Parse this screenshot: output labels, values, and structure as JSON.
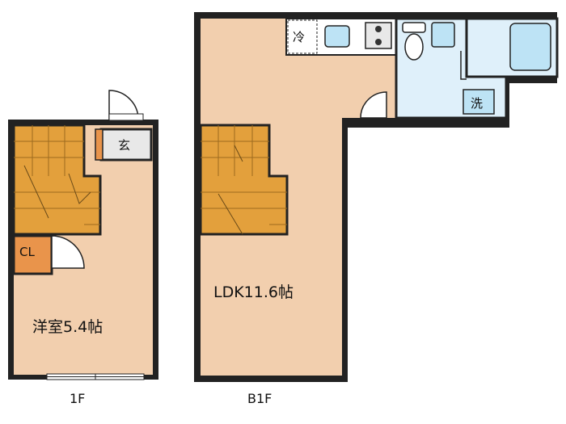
{
  "floors": [
    {
      "label": "1F",
      "room_label": "洋室5.4帖",
      "closet_label": "CL",
      "entry_label": "玄"
    },
    {
      "label": "B1F",
      "room_label": "LDK11.6帖",
      "fridge_label": "冷",
      "washer_label": "洗"
    }
  ],
  "colors": {
    "wall": "#222222",
    "room_fill": "#f2cfae",
    "stair_fill": "#e3a03c",
    "wet_fill": "#dff0fa",
    "closet_fill": "#e9944b",
    "entry_fill": "#e8e8e8",
    "fixture_fill": "#bde3f5"
  }
}
